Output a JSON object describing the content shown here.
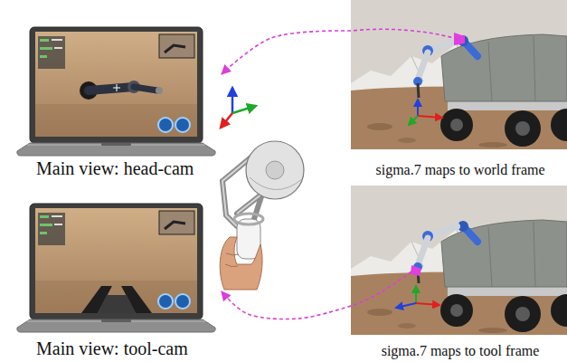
{
  "diagram": {
    "nodes": [
      {
        "text": [
          "Main view: head-cam"
        ]
      },
      {
        "text": [
          "sigma.7 maps to world frame"
        ]
      },
      {
        "text": [
          "Main view: tool-cam"
        ]
      },
      {
        "text": [
          "sigma.7 maps to tool frame"
        ]
      }
    ],
    "edges": [
      {
        "from": 1,
        "to": 0,
        "arrow": "to"
      },
      {
        "from": 3,
        "to": 2,
        "arrow": "to"
      }
    ]
  }
}
